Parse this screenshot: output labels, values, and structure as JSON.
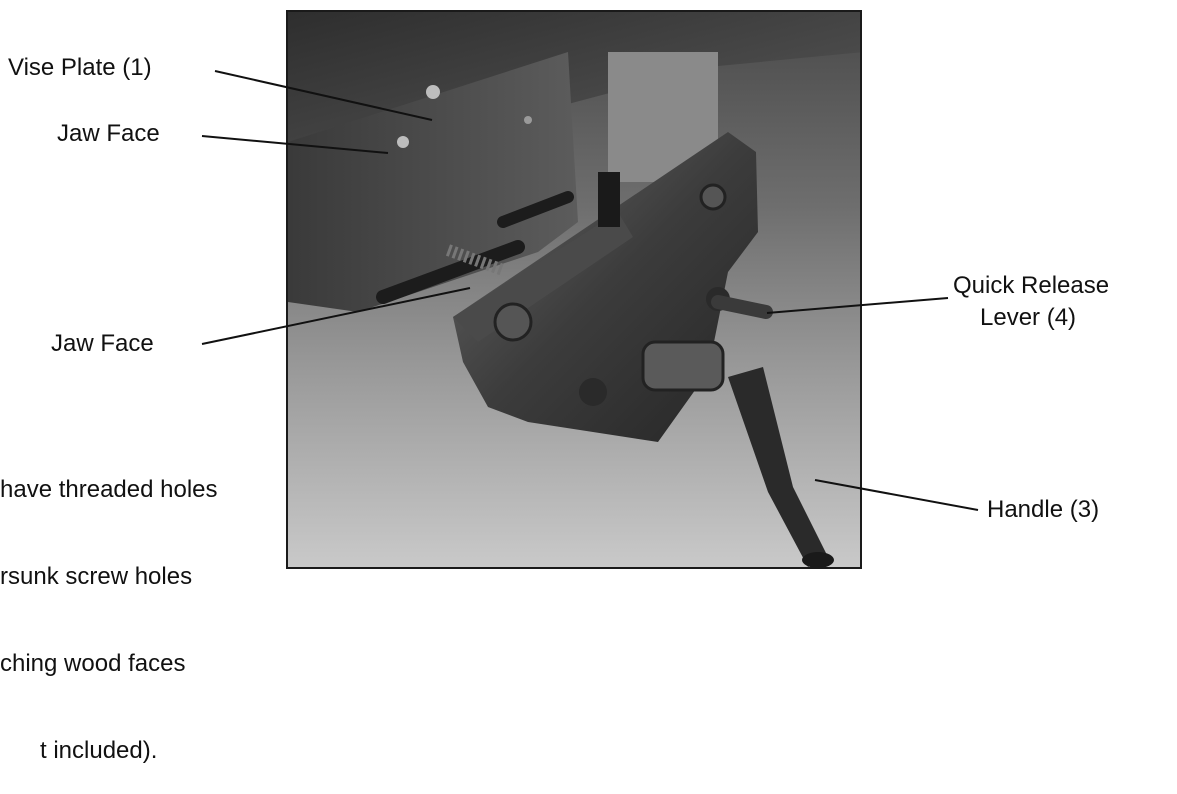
{
  "labels": {
    "vise_plate": "Vise Plate (1)",
    "jaw_face_top": "Jaw Face",
    "jaw_face_bottom": "Jaw Face",
    "quick_release_line1": "Quick Release",
    "quick_release_line2": "Lever (4)",
    "handle": "Handle (3)"
  },
  "note": {
    "line1": "have threaded holes",
    "line2": "rsunk screw holes",
    "line3": "ching wood faces",
    "line4": "t included)."
  }
}
